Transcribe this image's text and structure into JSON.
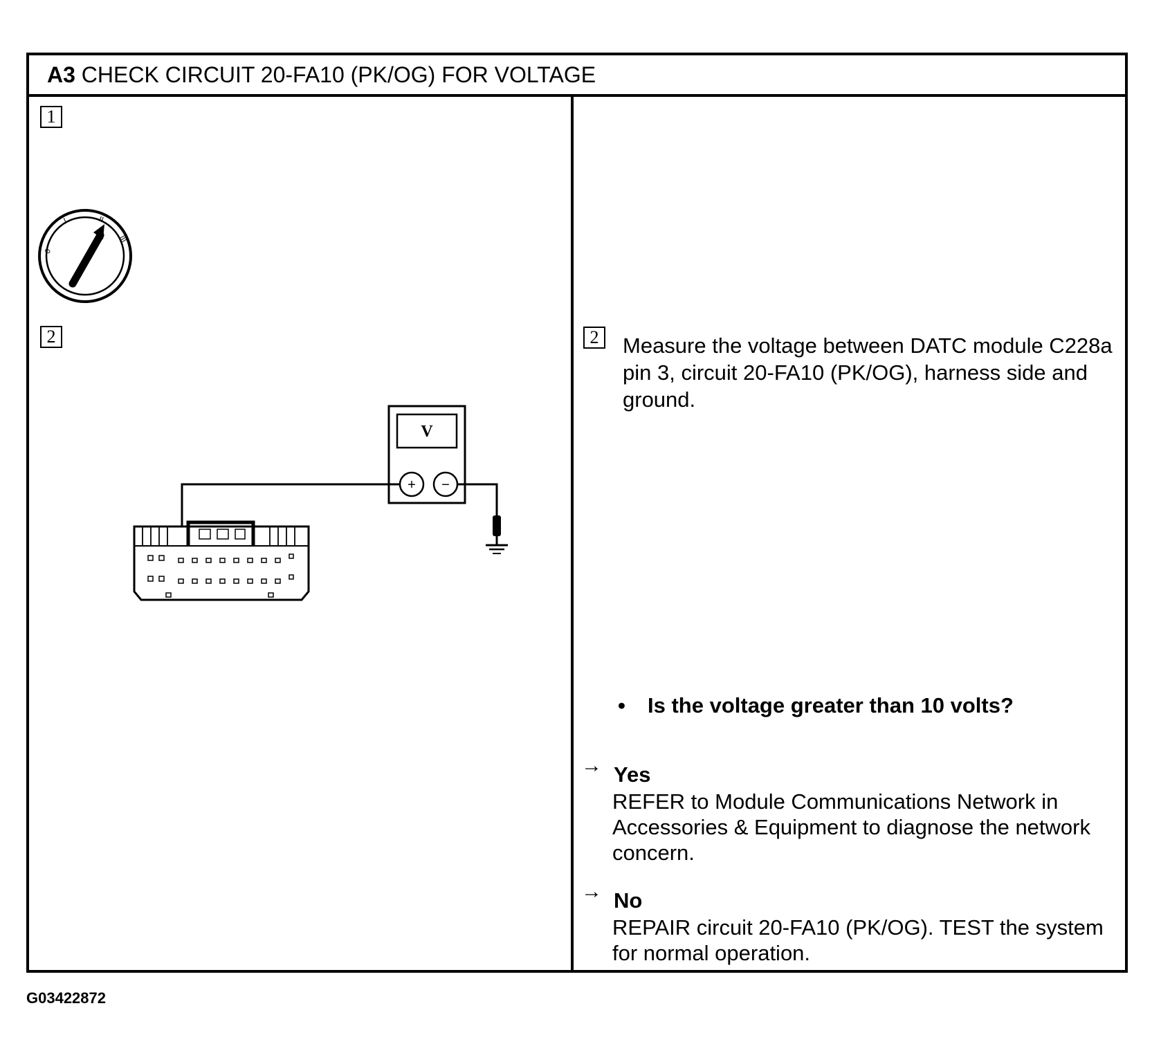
{
  "header": {
    "step_code": "A3",
    "title_text": "CHECK CIRCUIT 20-FA10 (PK/OG) FOR VOLTAGE"
  },
  "left": {
    "step1_number": "1",
    "step2_number": "2",
    "switch_labels": [
      "0",
      "I",
      "II",
      "III"
    ],
    "meter_display": "V",
    "meter_plus": "+",
    "meter_minus": "−"
  },
  "right": {
    "step2_number": "2",
    "instruction": "Measure the voltage between DATC module C228a pin 3, circuit 20-FA10 (PK/OG), harness side and ground.",
    "bullet": "•",
    "question": "Is the voltage greater than 10 volts?",
    "arrow_glyph": "→",
    "yes_label": "Yes",
    "yes_text": "REFER to Module Communications Network in Accessories & Equipment  to diagnose the network concern.",
    "no_label": "No",
    "no_text": "REPAIR circuit 20-FA10 (PK/OG). TEST the system for normal operation."
  },
  "figure_id": "G03422872"
}
